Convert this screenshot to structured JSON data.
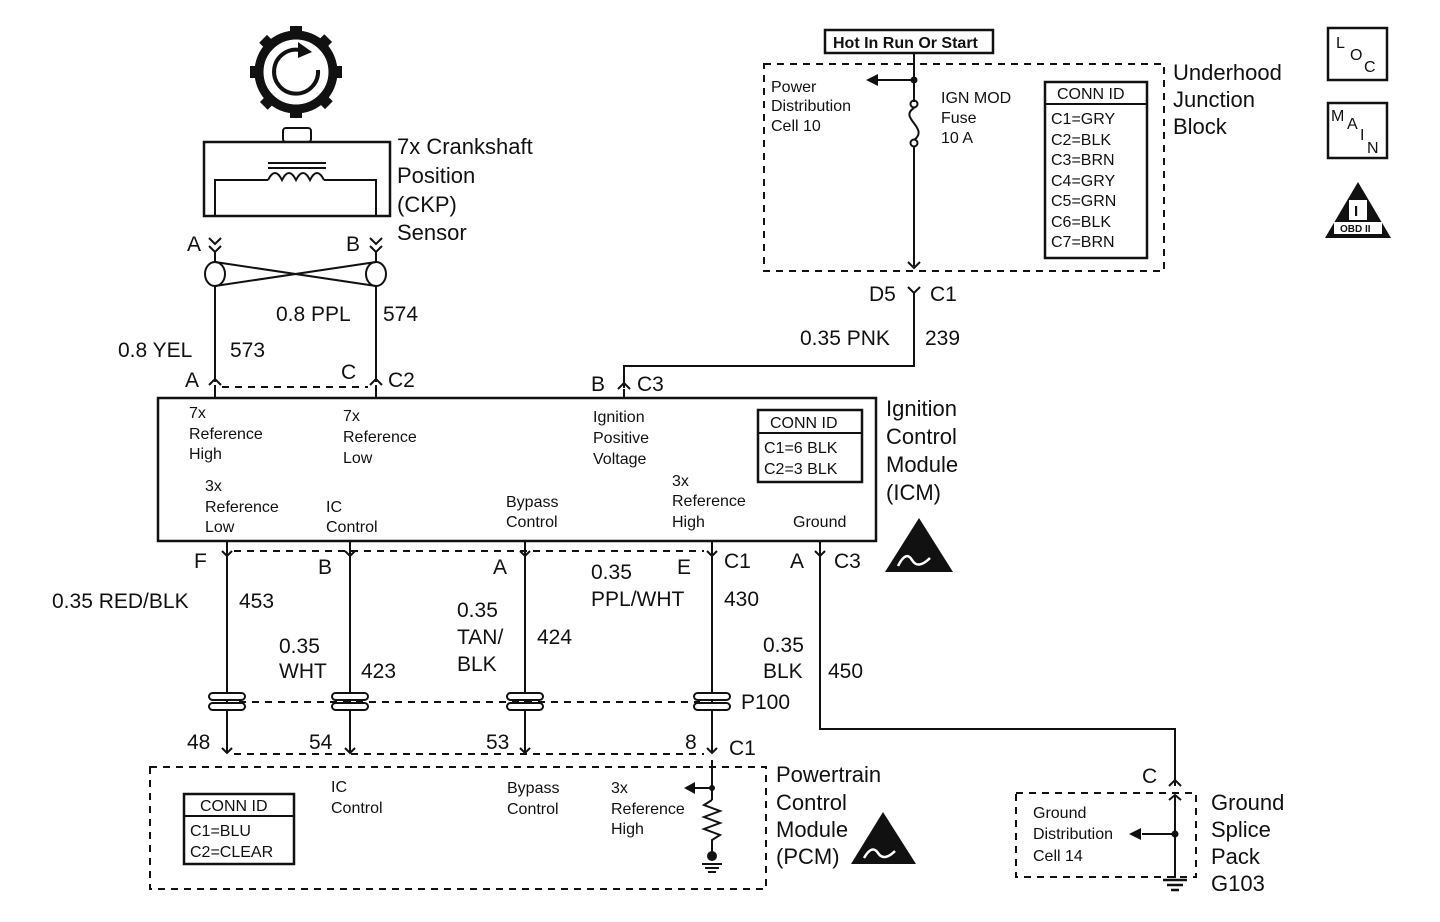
{
  "sensor": {
    "name_lines": [
      "7x Crankshaft",
      "Position",
      "(CKP)",
      "Sensor"
    ],
    "pin_a": "A",
    "pin_b": "B"
  },
  "wires": {
    "w573_color": "0.8 YEL",
    "w573_num": "573",
    "w574_color": "0.8 PPL",
    "w574_num": "574",
    "w239_color": "0.35 PNK",
    "w239_num": "239",
    "w453_color": "0.35 RED/BLK",
    "w453_num": "453",
    "w423_color": [
      "0.35",
      "WHT"
    ],
    "w423_num": "423",
    "w424_color": [
      "0.35",
      "TAN/",
      "BLK"
    ],
    "w424_num": "424",
    "w430_color": [
      "0.35",
      "PPL/WHT"
    ],
    "w430_num": "430",
    "w450_color": [
      "0.35",
      "BLK"
    ],
    "w450_num": "450"
  },
  "ujb": {
    "hot_label": "Hot In Run Or Start",
    "pdc_lines": [
      "Power",
      "Distribution",
      "Cell 10"
    ],
    "fuse_lines": [
      "IGN MOD",
      "Fuse",
      "10 A"
    ],
    "conn_title": "CONN ID",
    "conn_items": [
      "C1=GRY",
      "C2=BLK",
      "C3=BRN",
      "C4=GRY",
      "C5=GRN",
      "C6=BLK",
      "C7=BRN"
    ],
    "name_lines": [
      "Underhood",
      "Junction",
      "Block"
    ],
    "pin_d5": "D5",
    "pin_c1": "C1"
  },
  "icm": {
    "pin_a_top": "A",
    "pin_c_top": "C",
    "conn_c2_top": "C2",
    "pin_b_top": "B",
    "conn_c3_top": "C3",
    "lbl_7x_high": [
      "7x",
      "Reference",
      "High"
    ],
    "lbl_7x_low": [
      "7x",
      "Reference",
      "Low"
    ],
    "lbl_ign_pos": [
      "Ignition",
      "Positive",
      "Voltage"
    ],
    "lbl_3x_low": [
      "3x",
      "Reference",
      "Low"
    ],
    "lbl_ic_ctrl": [
      "IC",
      "Control"
    ],
    "lbl_bypass": [
      "Bypass",
      "Control"
    ],
    "lbl_3x_high": [
      "3x",
      "Reference",
      "High"
    ],
    "lbl_ground": "Ground",
    "conn_title": "CONN ID",
    "conn_items": [
      "C1=6 BLK",
      "C2=3 BLK"
    ],
    "name_lines": [
      "Ignition",
      "Control",
      "Module",
      "(ICM)"
    ],
    "pin_f": "F",
    "pin_b": "B",
    "pin_a": "A",
    "pin_e": "E",
    "conn_c1": "C1",
    "pin_a2": "A",
    "conn_c3": "C3"
  },
  "p100": "P100",
  "pcm": {
    "pin_48": "48",
    "pin_54": "54",
    "pin_53": "53",
    "pin_8": "8",
    "conn_c1": "C1",
    "conn_title": "CONN ID",
    "conn_items": [
      "C1=BLU",
      "C2=CLEAR"
    ],
    "lbl_ic_ctrl": [
      "IC",
      "Control"
    ],
    "lbl_bypass": [
      "Bypass",
      "Control"
    ],
    "lbl_3x_high": [
      "3x",
      "Reference",
      "High"
    ],
    "name_lines": [
      "Powertrain",
      "Control",
      "Module",
      "(PCM)"
    ]
  },
  "ground": {
    "pin_c": "C",
    "cell_lines": [
      "Ground",
      "Distribution",
      "Cell 14"
    ],
    "name_lines": [
      "Ground",
      "Splice",
      "Pack",
      "G103"
    ]
  },
  "badges": {
    "loc": [
      "L",
      "O",
      "C"
    ],
    "main": [
      "M",
      "A",
      "I",
      "N"
    ],
    "obd": "OBD II",
    "obd_mark": "I"
  }
}
